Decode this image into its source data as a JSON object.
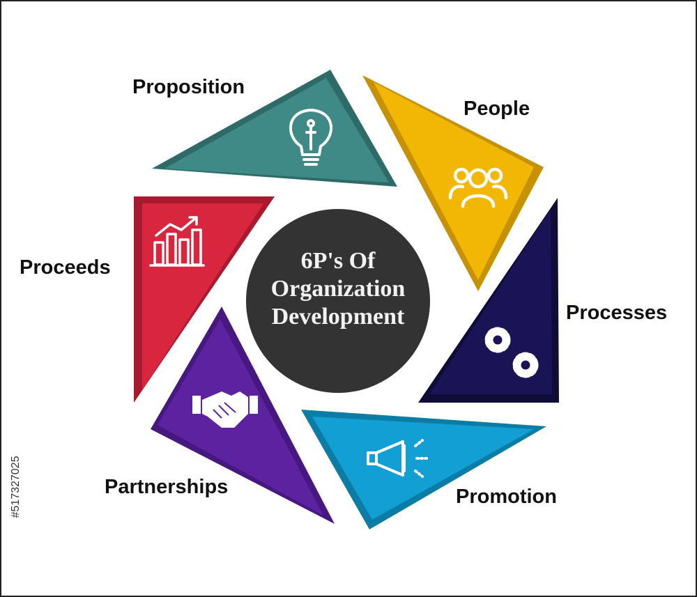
{
  "diagram": {
    "center": {
      "lines": [
        "6P's Of",
        "Organization",
        "Development"
      ],
      "color": "#333333"
    },
    "segments": [
      {
        "label": "Proposition",
        "icon": "lightbulb-icon",
        "color": "#3F8A87",
        "edge": "#2E6B68"
      },
      {
        "label": "People",
        "icon": "people-group-icon",
        "color": "#F2B705",
        "edge": "#C79104"
      },
      {
        "label": "Processes",
        "icon": "gears-icon",
        "color": "#1A1456",
        "edge": "#0F0C38"
      },
      {
        "label": "Promotion",
        "icon": "megaphone-icon",
        "color": "#129FD3",
        "edge": "#0B7CA6"
      },
      {
        "label": "Partnerships",
        "icon": "handshake-icon",
        "color": "#5C22A0",
        "edge": "#461880"
      },
      {
        "label": "Proceeds",
        "icon": "bar-chart-growth-icon",
        "color": "#D7263D",
        "edge": "#A81B2E"
      }
    ]
  },
  "stamp": "#517327025"
}
